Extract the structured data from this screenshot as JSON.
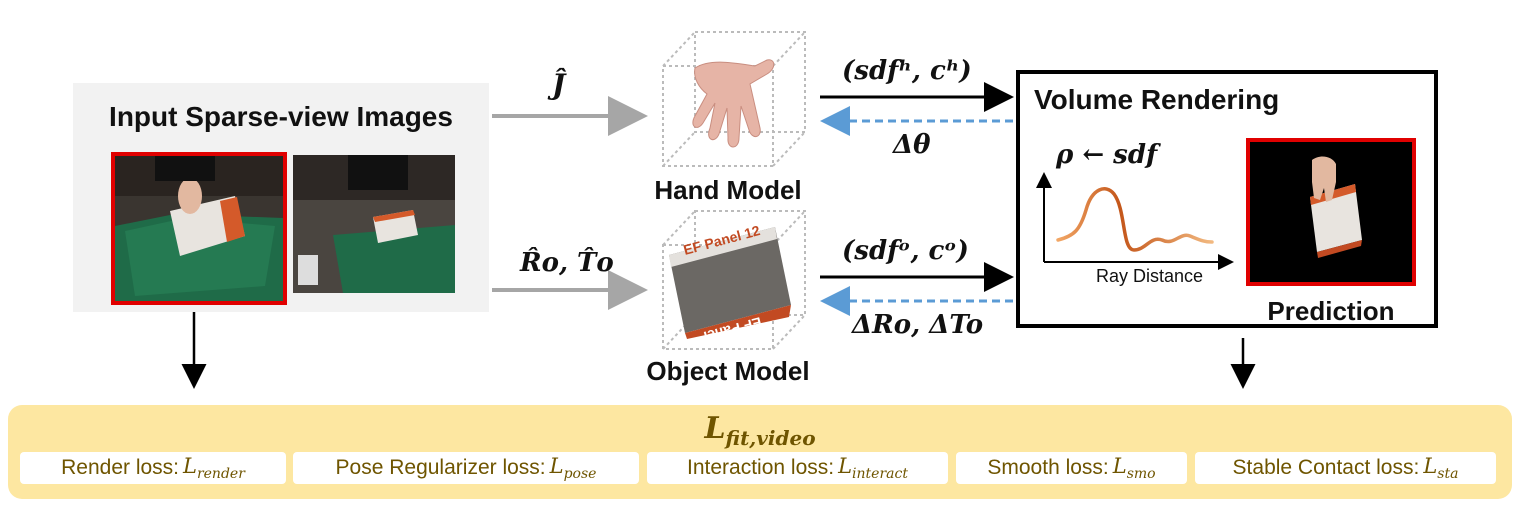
{
  "input": {
    "title": "Input Sparse-view Images"
  },
  "hand": {
    "label": "Hand Model",
    "pose_symbol": "Ĵ"
  },
  "object": {
    "label": "Object Model",
    "pose_symbol": "R̂o, T̂o",
    "box_text_top": "EF Panel 12",
    "box_text_bottom": "EF Panel"
  },
  "edges": {
    "hand_out": "(sdfʰ, cʰ)",
    "hand_back": "Δθ",
    "object_out": "(sdfᵒ, cᵒ)",
    "object_back": "ΔRo, ΔTo"
  },
  "volume": {
    "title": "Volume Rendering",
    "formula": "ρ ← sdf",
    "xlabel": "Ray Distance",
    "prediction_label": "Prediction"
  },
  "loss": {
    "title_main": "L",
    "title_sub": "fit,video",
    "items": [
      {
        "label": "Render loss: ",
        "sym": "L",
        "sub": "render"
      },
      {
        "label": "Pose Regularizer loss: ",
        "sym": "L",
        "sub": "pose"
      },
      {
        "label": "Interaction loss: ",
        "sym": "L",
        "sub": "interact"
      },
      {
        "label": "Smooth loss: ",
        "sym": "L",
        "sub": "smo"
      },
      {
        "label": "Stable Contact loss: ",
        "sym": "L",
        "sub": "sta"
      }
    ]
  },
  "colors": {
    "accent_red": "#e00000",
    "loss_bg": "#fde7a1",
    "loss_text": "#6f5500",
    "gray_arrow": "#a6a6a6",
    "blue_dashed": "#5b9bd5",
    "curve": "#e8883a"
  }
}
